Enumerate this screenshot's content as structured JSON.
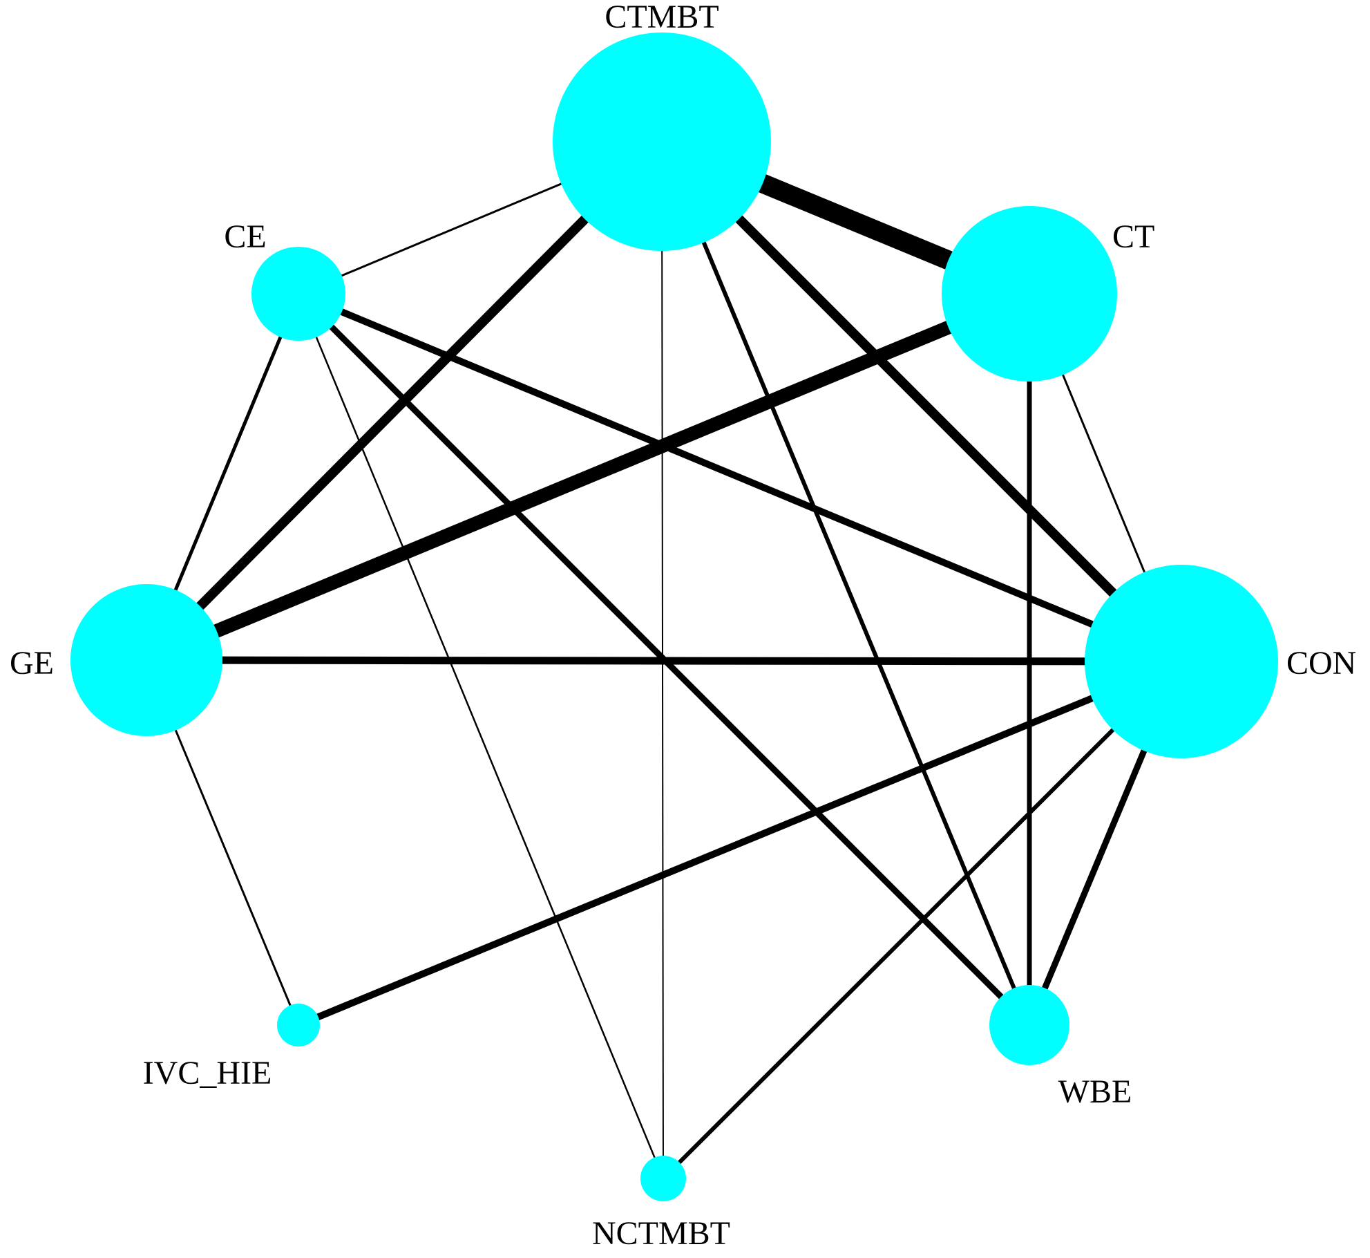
{
  "colors": {
    "node_fill": "#00FFFF",
    "edge_stroke": "#000000",
    "label_text": "#000000",
    "background": "#FFFFFF"
  },
  "nodes": [
    {
      "id": "CTMBT",
      "label": "CTMBT"
    },
    {
      "id": "CT",
      "label": "CT"
    },
    {
      "id": "CON",
      "label": "CON"
    },
    {
      "id": "WBE",
      "label": "WBE"
    },
    {
      "id": "NCTMBT",
      "label": "NCTMBT"
    },
    {
      "id": "IVC_HIE",
      "label": "IVC_HIE"
    },
    {
      "id": "GE",
      "label": "GE"
    },
    {
      "id": "CE",
      "label": "CE"
    }
  ],
  "edges": [
    {
      "source": "CTMBT",
      "target": "CT"
    },
    {
      "source": "CTMBT",
      "target": "CE"
    },
    {
      "source": "CTMBT",
      "target": "GE"
    },
    {
      "source": "CTMBT",
      "target": "CON"
    },
    {
      "source": "CTMBT",
      "target": "NCTMBT"
    },
    {
      "source": "CTMBT",
      "target": "WBE"
    },
    {
      "source": "CT",
      "target": "GE"
    },
    {
      "source": "CT",
      "target": "WBE"
    },
    {
      "source": "CT",
      "target": "CON"
    },
    {
      "source": "CE",
      "target": "CON"
    },
    {
      "source": "CE",
      "target": "WBE"
    },
    {
      "source": "CE",
      "target": "GE"
    },
    {
      "source": "CE",
      "target": "NCTMBT"
    },
    {
      "source": "GE",
      "target": "CON"
    },
    {
      "source": "GE",
      "target": "IVC_HIE"
    },
    {
      "source": "CON",
      "target": "IVC_HIE"
    },
    {
      "source": "CON",
      "target": "WBE"
    },
    {
      "source": "CON",
      "target": "NCTMBT"
    }
  ]
}
